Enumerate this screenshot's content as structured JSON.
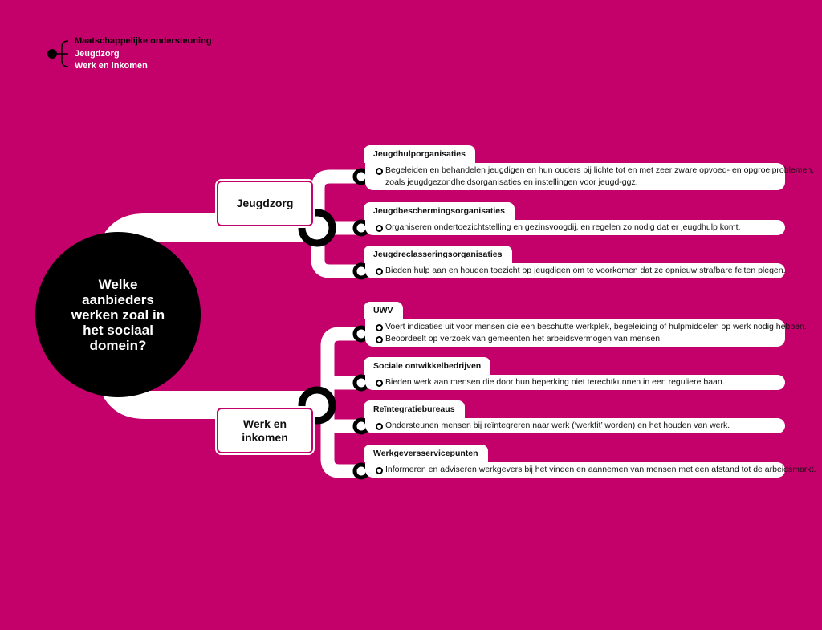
{
  "nav": {
    "items": [
      {
        "label": "Maatschappelijke ondersteuning",
        "active": true
      },
      {
        "label": "Jeugdzorg",
        "active": false
      },
      {
        "label": "Werk en inkomen",
        "active": false
      }
    ]
  },
  "center_question": "Welke aanbieders werken zoal in het sociaal domein?",
  "colors": {
    "background": "#c4006a",
    "node": "#000000",
    "panel": "#ffffff"
  },
  "categories": [
    {
      "label": "Jeugdzorg",
      "providers": [
        {
          "name": "Jeugdhulporganisaties",
          "lines": [
            "Begeleiden en behandelen jeugdigen en hun ouders bij lichte tot en met zeer zware opvoed- en opgroeiproblemen,",
            "zoals jeugdgezondheidsorganisaties en instellingen voor jeugd-ggz."
          ]
        },
        {
          "name": "Jeugdbeschermingsorganisaties",
          "lines": [
            "Organiseren ondertoezichtstelling en gezinsvoogdij, en regelen zo nodig dat er jeugdhulp komt."
          ]
        },
        {
          "name": "Jeugdreclasseringsorganisaties",
          "lines": [
            "Bieden hulp aan en houden toezicht op jeugdigen om te voorkomen dat ze opnieuw strafbare feiten plegen."
          ]
        }
      ]
    },
    {
      "label": "Werk en inkomen",
      "providers": [
        {
          "name": "UWV",
          "lines": [
            "Voert indicaties uit voor mensen die een beschutte werkplek, begeleiding of hulpmiddelen op werk nodig hebben.",
            "Beoordeelt op verzoek van gemeenten het arbeidsvermogen van mensen."
          ]
        },
        {
          "name": "Sociale ontwikkelbedrijven",
          "lines": [
            "Bieden werk aan mensen die door hun beperking niet terechtkunnen in een reguliere baan."
          ]
        },
        {
          "name": "Reïntegratiebureaus",
          "lines": [
            "Ondersteunen mensen bij reïntegreren naar werk (‘werkfit’ worden) en het houden van werk."
          ]
        },
        {
          "name": "Werkgeversservicepunten",
          "lines": [
            "Informeren en adviseren werkgevers bij het vinden en aannemen van mensen met een afstand tot de arbeidsmarkt."
          ]
        }
      ]
    }
  ]
}
